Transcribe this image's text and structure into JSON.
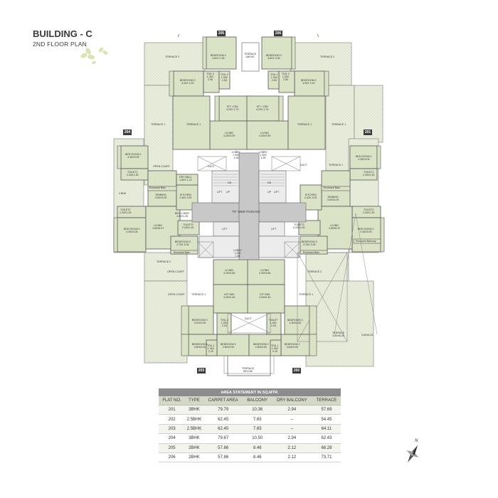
{
  "header": {
    "title": "BUILDING - C",
    "subtitle": "2ND FLOOR PLAN"
  },
  "colors": {
    "room_fill": "#dbe3c6",
    "terrace_fill": "#e7ecd8",
    "wall": "#555555",
    "flat_tag": "#3b3b3b"
  },
  "flat_tags": [
    "205",
    "206",
    "204",
    "201",
    "203",
    "202"
  ],
  "labels": {
    "bed3_205": "BEDROOM 3\n3.60X 3.35",
    "bed2_205": "BEDROOM 2\n3.00X 3.15",
    "toil3_205": "TOIL 3\n1.35X\n2.55",
    "toil2_205": "TOIL 2\n1.35X\n2.55",
    "kit_205": "KIT + DIN\n4.20X 2.70",
    "liv_205": "LIVING\n4.25X3.90",
    "bed3_206": "BEDROOM 3\n3.60X 3.35",
    "bed2_206": "BEDROOM 2\n3.00X 3.15",
    "toil1_206": "TOIL 1\n1.35X\n2.55",
    "toil2_206": "TOIL 2\n1.35X\n2.55",
    "kit_206": "KIT + DIN\n4.20X 3.70",
    "liv_206": "LIVING\n4.20X3.90",
    "lobby_l": "LOBBY\n1.35X\n1.95",
    "lobby_r": "LOBBY\n1.35X\n1.95",
    "terr2_tl": "TERRACE 2",
    "terr1_l": "TERRACE 1",
    "terr1_205": "TERRACE 1",
    "terr2_tr": "TERRACE 2",
    "terr1_r": "TERRACE 1",
    "terr1_206": "TERRACE 1",
    "terr_above": "TERRACE\nABOVE",
    "bed1_204": "BED ROOM 1\n3.35X3.05",
    "toil1_204": "TOILET1\n2.25X1.35",
    "dining_204": "DINNING\n3.60X3.05",
    "kitchen_204": "KITCHEN\n2.40X 3.05",
    "dry_204": "DRY BALC\n1.80X 1.22",
    "bedlobby_204": "BED LOBBY\n1.80X1.35",
    "toil2_204": "TOILET2\n2.25X1.35",
    "bed2_204": "BED ROOM 2\n3.35X3.05",
    "living_204": "LIVING\n3.60X6.97",
    "toil3_204": "TOILET3\n2.25X1.35",
    "bed3_204": "BEDROOM 3\n3.75X 3.05",
    "opencourt_204": "OPEN COURT",
    "bhk_side": "3 BHK",
    "duct": "DUCT",
    "terr2_204": "TERRACE 2",
    "bed1_201": "BED ROOM 1\n3.35X3.05",
    "toil1_201": "TOILET1\n2.25X1.35",
    "dining_201": "DINNING\n3.60X3.05",
    "kitchen_201": "KITCHEN\n2.40X 3.05",
    "toil2_201": "TOILET2\n2.25X1.35",
    "bed2_201": "BED ROOM 2\n3.35X3.05",
    "living_201": "LIVING\n3.60X6.97",
    "toil3_201": "TOILET3\n2.25X1.35",
    "bed3_201": "BEDROOM 3\n3.75X 3.05",
    "terr1_201": "TERRACE 1",
    "passage": "7'6\" WIDE PASSAGE",
    "lift": "LIFT",
    "dn": "DN",
    "up": "UP",
    "lobby_c": "LOBBY\n1.35X\n1.95",
    "liv_203": "LIVING\n4.20X3.85",
    "kit_203": "KIT+DIN\n4.20X2.40",
    "bed3_203": "BEDROOM 3\n3.00X3.05",
    "bed1_203": "BEDROOM 1\n3.60X3.05",
    "bed2_203": "BEDROOM 2\n2.80X3.00",
    "toil2_203": "TOIL 2\n1.35X\n2.25",
    "toil1_203": "TOIL 1\n1.35X\n2.25",
    "liv_202": "LIVING\n4.20X3.85",
    "kit_202": "KIT+DIN\n4.20X2.40",
    "bed3_202": "BEDROOM 3\n2.80X3.05",
    "bed1_202": "BEDROOM 1\n3.60X3.05",
    "bed2_202": "BEDROOM 2\n2.80X3.00",
    "toil2_202": "TOILET\n1.35X\n2.25",
    "toil1_202": "TOIL 1\n1.35X\n2.25",
    "opencourt_l": "OPEN COURT",
    "opencourt_l2": "OPEN COURT",
    "terr1_203": "TERRACE 1",
    "terr1_202": "TERRACE 1",
    "terr2_202": "TERRACE 2",
    "terr3_202": "TERRACE\n3.60X6.25",
    "terr_side": "3.60X6.25",
    "terrace_below": "TERRACE\nBELOW",
    "encl_balc": "Enclosed Balc.",
    "encl_balcony": "Enclosed Balcony"
  },
  "area_table": {
    "caption": "AREA STATEMENT IN SQ.MTR.",
    "headers": [
      "FLAT NO.",
      "TYPE",
      "CARPET AREA",
      "BALCONY",
      "DRY BALCONY",
      "TERRACE"
    ],
    "rows": [
      [
        "201",
        "3BHK",
        "79.79",
        "10.36",
        "2.94",
        "57.69"
      ],
      [
        "202",
        "2.5BHK",
        "62.45",
        "7.65",
        "–",
        "54.45"
      ],
      [
        "203",
        "2.5BHK",
        "62.45",
        "7.65",
        "–",
        "64.11"
      ],
      [
        "204",
        "3BHK",
        "79.67",
        "10.50",
        "2.94",
        "62.43"
      ],
      [
        "205",
        "2BHK",
        "57.86",
        "8.46",
        "2.12",
        "68.28"
      ],
      [
        "206",
        "2BHK",
        "57.86",
        "8.46",
        "2.12",
        "73.71"
      ]
    ]
  },
  "compass": {
    "north_label": "N"
  }
}
